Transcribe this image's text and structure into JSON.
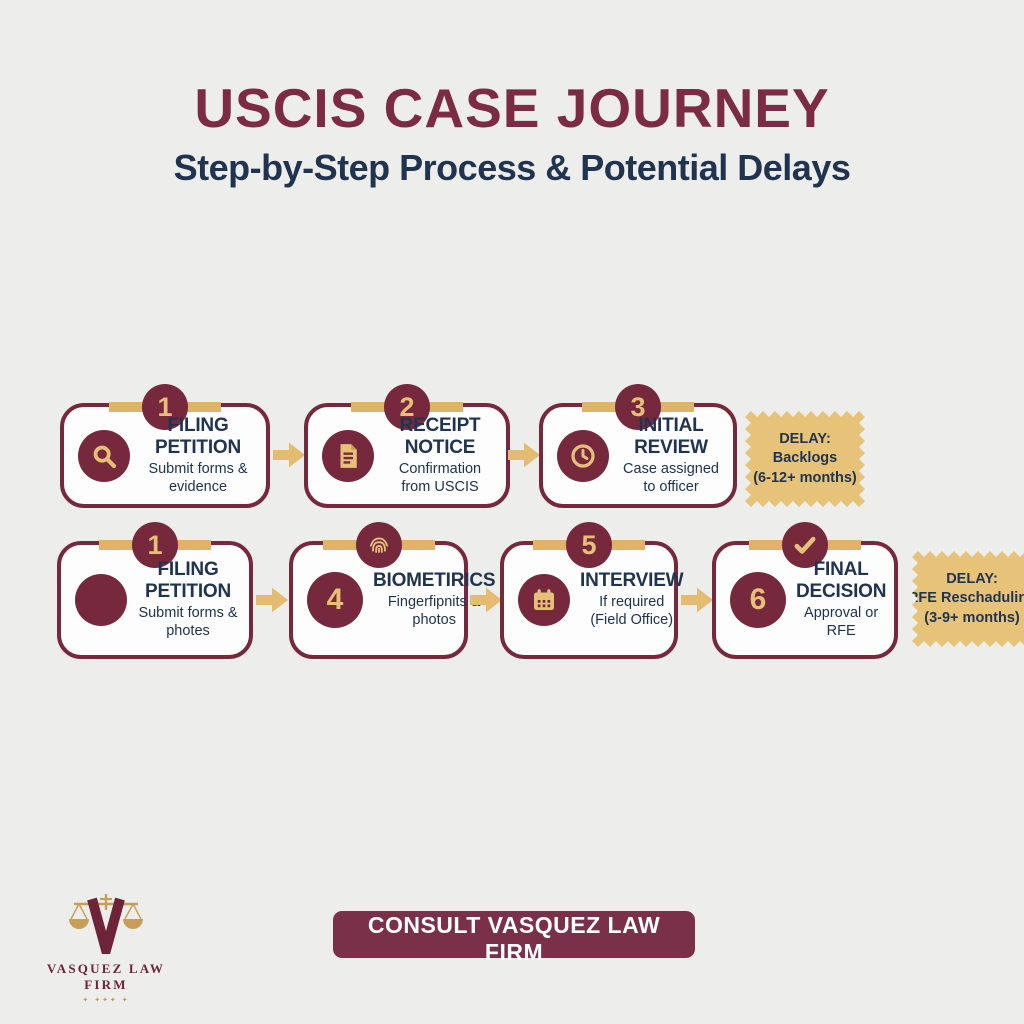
{
  "title": "USCIS CASE JOURNEY",
  "subtitle": "Step-by-Step Process & Potential Delays",
  "colors": {
    "maroon": "#76293d",
    "navy": "#21344f",
    "gold": "#e3bb71",
    "background": "#ededec",
    "box_background": "#fdfdfd",
    "button": "#7b3049"
  },
  "rows": [
    {
      "steps": [
        {
          "number": "1",
          "icon": "magnifier-icon",
          "title": "FILING PETITION",
          "subtitle_lines": [
            "Submit forms & evidence"
          ]
        },
        {
          "number": "2",
          "icon": "document-icon",
          "title": "RECEIPT NOTICE",
          "subtitle_lines": [
            "Confirmation from USCIS"
          ]
        },
        {
          "number": "3",
          "icon": "clock-icon",
          "title": "INITIAL REVIEW",
          "subtitle_lines": [
            "Case assigned to officer"
          ]
        }
      ],
      "delay": {
        "lines": [
          "DELAY:",
          "Backlogs",
          "(6-12+ months)"
        ]
      }
    },
    {
      "steps": [
        {
          "number": "1",
          "icon": "filled-circle-icon",
          "title": "FILING PETITION",
          "subtitle_lines": [
            "Submit forms & photes"
          ]
        },
        {
          "number": "4",
          "top_icon": "fingerprint-icon",
          "icon": "number-circle",
          "title": "BIOMETIRICS",
          "subtitle_lines": [
            "Fingerfipnits &",
            "photos"
          ]
        },
        {
          "number": "5",
          "icon": "calendar-icon",
          "title": "INTERVIEW",
          "subtitle_lines": [
            "If required",
            "(Field Office)"
          ]
        },
        {
          "number": "6",
          "top_icon": "check-icon",
          "icon": "number-circle",
          "title": "FINAL DECISION",
          "subtitle_lines": [
            "Approval or RFE"
          ]
        }
      ],
      "delay": {
        "lines": [
          "DELAY:",
          "RFE Reschaduling",
          "(3-9+ months)"
        ]
      }
    }
  ],
  "footer": {
    "cta_label": "CONSULT VASQUEZ LAW FIRM",
    "logo_text": "VASQUEZ LAW FIRM",
    "logo_ornament": "✦ ✦✦✦ ✦"
  }
}
